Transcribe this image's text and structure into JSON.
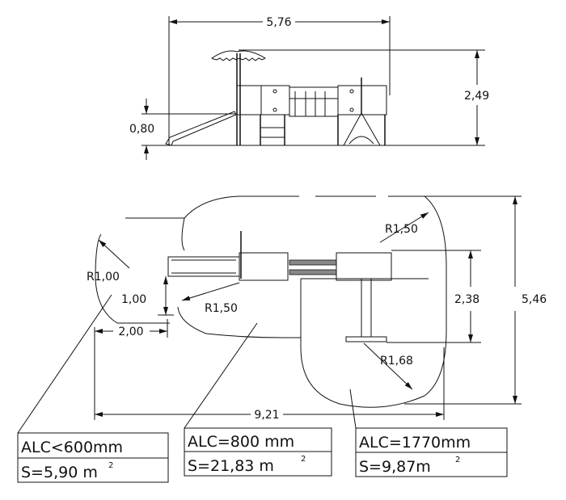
{
  "elevation": {
    "width_dim": "5,76",
    "height_dim": "2,49",
    "platform_height_dim": "0,80"
  },
  "plan": {
    "radius_left": "R1,00",
    "offset_left": "1,00",
    "offset_bottom_left": "2,00",
    "radius_center": "R1,50",
    "radius_top_right": "R1,50",
    "radius_bottom_right": "R1,68",
    "depth_dim": "2,38",
    "total_depth_dim": "5,46",
    "total_width_dim": "9,21"
  },
  "zones": [
    {
      "alc": "ALC<600mm",
      "s": "S=5,90  m",
      "unit_sup": "2"
    },
    {
      "alc": "ALC=800  mm",
      "s": "S=21,83  m",
      "unit_sup": "2"
    },
    {
      "alc": "ALC=1770mm",
      "s": "S=9,87m",
      "unit_sup": "2"
    }
  ]
}
